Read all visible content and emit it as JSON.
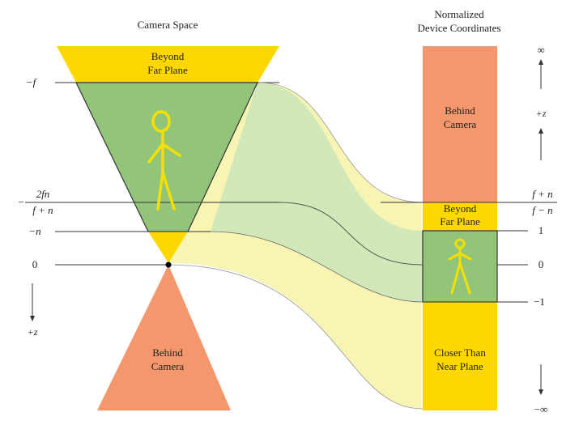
{
  "headers": {
    "camera_space": "Camera Space",
    "ndc_line1": "Normalized",
    "ndc_line2": "Device Coordinates"
  },
  "camera_regions": {
    "beyond_far_line1": "Beyond",
    "beyond_far_line2": "Far Plane",
    "behind_line1": "Behind",
    "behind_line2": "Camera"
  },
  "ndc_regions": {
    "behind_line1": "Behind",
    "behind_line2": "Camera",
    "beyond_far_line1": "Beyond",
    "beyond_far_line2": "Far Plane",
    "closer_line1": "Closer Than",
    "closer_line2": "Near Plane"
  },
  "left_axis": {
    "minus_f": "−f",
    "minus_sign": "−",
    "two_fn_numerator": "2fn",
    "two_fn_denominator": "f + n",
    "minus_n": "−n",
    "zero": "0",
    "plus_z": "+z"
  },
  "right_axis": {
    "infinity": "∞",
    "plus_z": "+z",
    "fpn_numerator": "f + n",
    "fmn_denominator": "f − n",
    "one": "1",
    "zero": "0",
    "minus_one": "−1",
    "minus_infinity": "−∞"
  },
  "colors": {
    "yellow": "#FFD700",
    "green": "#92C57A",
    "orange": "#F4976C",
    "pale_yellow": "#F8F5B4",
    "pale_green": "#D3E8B8",
    "figure": "#F5E000"
  }
}
